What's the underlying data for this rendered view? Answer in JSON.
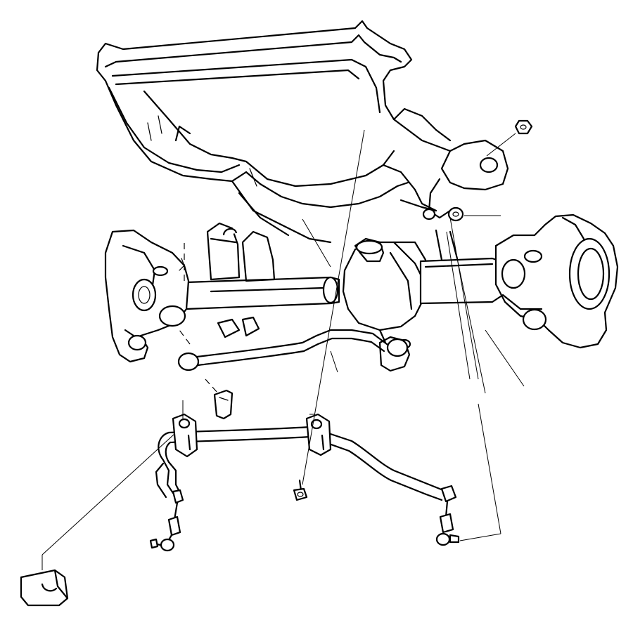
{
  "figure": {
    "style": "line-art exploded parts diagram",
    "colors": {
      "ink": "#000000",
      "background": "#ffffff"
    },
    "parts": [
      {
        "name": "front-crossmember-frame"
      },
      {
        "name": "front-axle-assembly"
      },
      {
        "name": "left-steering-knuckle"
      },
      {
        "name": "right-steering-knuckle"
      },
      {
        "name": "stabilizer-bar"
      },
      {
        "name": "stabilizer-bar-bushing"
      },
      {
        "name": "stabilizer-bar-bracket"
      },
      {
        "name": "stabilizer-link"
      },
      {
        "name": "bracket-bolt"
      },
      {
        "name": "link-nut"
      },
      {
        "name": "upper-mount-nut"
      }
    ]
  }
}
